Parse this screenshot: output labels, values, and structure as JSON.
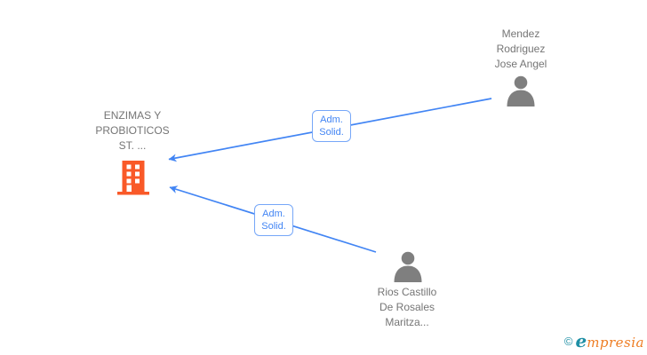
{
  "colors": {
    "edge_blue": "#4285F4",
    "edge_label_border": "#76A7F8",
    "company_orange": "#F95928",
    "person_gray": "#7F7F7F",
    "label_gray": "#757575",
    "logo_teal": "#1E8FA5",
    "logo_orange": "#EE7D23"
  },
  "nodes": {
    "company": {
      "type": "company",
      "lines": [
        "ENZIMAS Y",
        "PROBIOTICOS",
        "ST. ..."
      ]
    },
    "person_top": {
      "type": "person",
      "lines": [
        "Mendez",
        "Rodriguez",
        "Jose Angel"
      ]
    },
    "person_bottom": {
      "type": "person",
      "lines": [
        "Rios Castillo",
        "De Rosales",
        "Maritza..."
      ]
    }
  },
  "edges": [
    {
      "from": "person_top",
      "to": "company",
      "label_lines": [
        "Adm.",
        "Solid."
      ]
    },
    {
      "from": "person_bottom",
      "to": "company",
      "label_lines": [
        "Adm.",
        "Solid."
      ]
    }
  ],
  "footer": {
    "copyright_symbol": "©",
    "logo_first": "e",
    "logo_rest": "mpresia"
  }
}
